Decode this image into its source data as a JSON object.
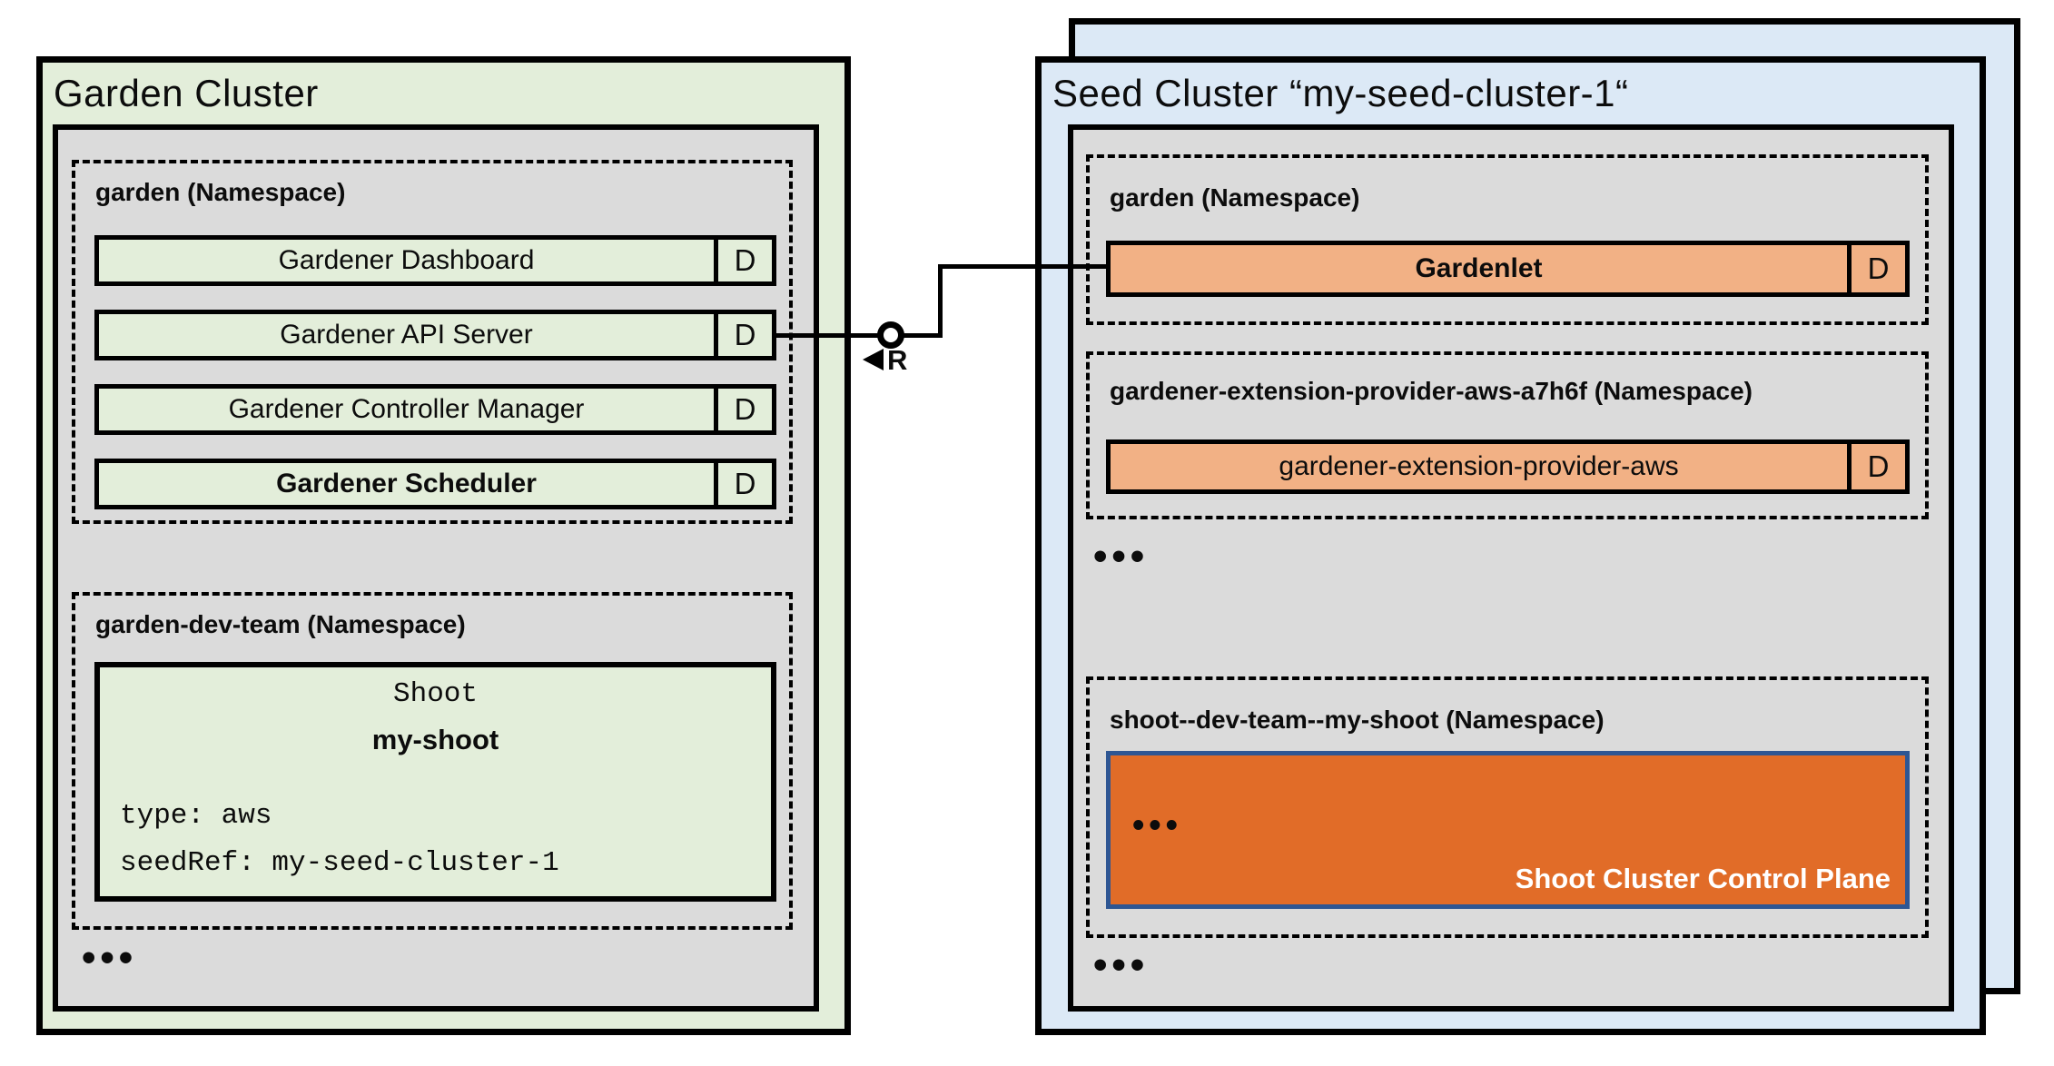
{
  "colors": {
    "garden_cluster_bg": "#e3eeda",
    "seed_cluster_bg": "#dce9f6",
    "namespace_panel_bg": "#dbdbdb",
    "seed_component_bg": "#f2b185",
    "control_plane_bg": "#e16c28",
    "control_plane_border": "#2e5693",
    "line_color": "#000000"
  },
  "connector": {
    "marker_label": "R"
  },
  "garden_cluster": {
    "title": "Garden Cluster",
    "garden_namespace": {
      "label": "garden (Namespace)",
      "rows": [
        {
          "label": "Gardener Dashboard",
          "badge": "D"
        },
        {
          "label": "Gardener API Server",
          "badge": "D"
        },
        {
          "label": "Gardener Controller Manager",
          "badge": "D"
        },
        {
          "label": "Gardener Scheduler",
          "badge": "D"
        }
      ]
    },
    "dev_team_namespace": {
      "label": "garden-dev-team (Namespace)",
      "shoot": {
        "kind": "Shoot",
        "name": "my-shoot",
        "spec_lines": [
          "type: aws",
          "seedRef: my-seed-cluster-1"
        ]
      }
    },
    "ellipsis": "•••"
  },
  "seed_cluster": {
    "title": "Seed Cluster “my-seed-cluster-1“",
    "garden_namespace": {
      "label": "garden (Namespace)",
      "rows": [
        {
          "label": "Gardenlet",
          "badge": "D"
        }
      ]
    },
    "extension_namespace": {
      "label": "gardener-extension-provider-aws-a7h6f (Namespace)",
      "rows": [
        {
          "label": "gardener-extension-provider-aws",
          "badge": "D"
        }
      ]
    },
    "ellipsis_1": "•••",
    "shoot_namespace": {
      "label": "shoot--dev-team--my-shoot (Namespace)",
      "control_plane": {
        "ellipsis": "•••",
        "label": "Shoot Cluster Control Plane"
      }
    },
    "ellipsis_2": "•••"
  }
}
